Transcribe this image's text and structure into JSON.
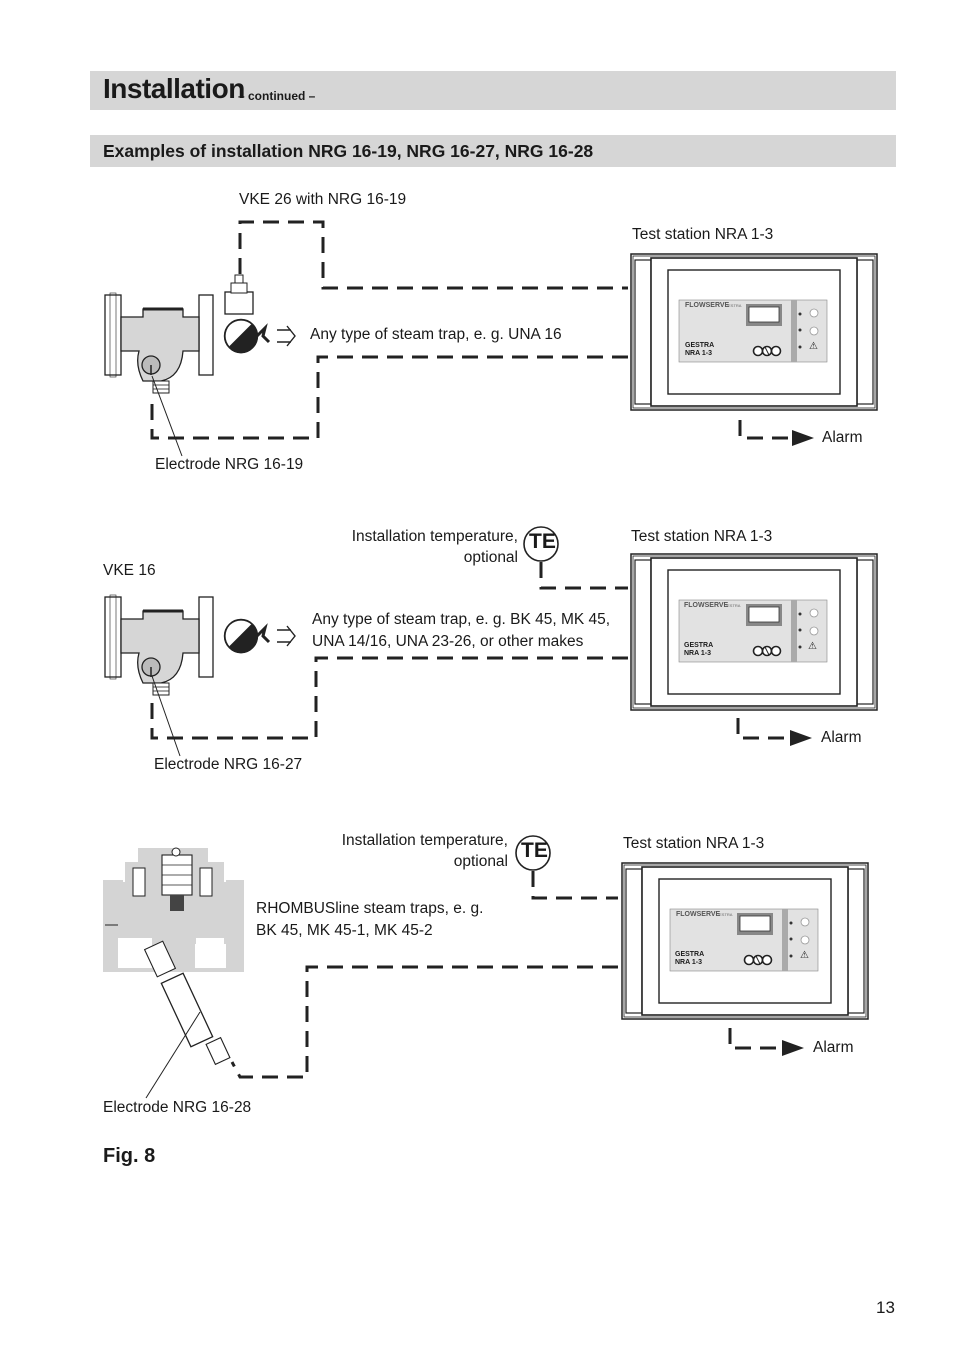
{
  "header": {
    "title": "Installation",
    "subtitle": "– continued –"
  },
  "section": {
    "title": "Examples of installation NRG 16-19, NRG 16-27, NRG 16-28"
  },
  "example1": {
    "vke_label": "VKE 26 with NRG 16-19",
    "station_label": "Test station NRA 1-3",
    "trap_label": "Any type of steam trap, e. g. UNA 16",
    "electrode_label": "Electrode NRG 16-19",
    "alarm_label": "Alarm"
  },
  "example2": {
    "temp_line1": "Installation temperature,",
    "temp_line2": "optional",
    "te_label": "TE",
    "vke_label": "VKE 16",
    "station_label": "Test station NRA 1-3",
    "trap_line1": "Any type of steam trap, e. g. BK 45, MK 45,",
    "trap_line2": "UNA 14/16, UNA 23-26, or other makes",
    "electrode_label": "Electrode NRG 16-27",
    "alarm_label": "Alarm"
  },
  "example3": {
    "temp_line1": "Installation temperature,",
    "temp_line2": "optional",
    "te_label": "TE",
    "station_label": "Test station NRA 1-3",
    "trap_line1": "RHOMBUSline steam traps, e. g.",
    "trap_line2": "BK 45, MK 45-1, MK 45-2",
    "electrode_label": "Electrode NRG 16-28",
    "alarm_label": "Alarm"
  },
  "device_panel": {
    "brand": "FLOWSERVE",
    "sub_brand": "GESTRA",
    "line1": "GESTRA",
    "line2": "NRA 1-3",
    "warning_glyph": "⚠"
  },
  "figure": {
    "caption": "Fig. 8"
  },
  "page": {
    "number": "13"
  }
}
